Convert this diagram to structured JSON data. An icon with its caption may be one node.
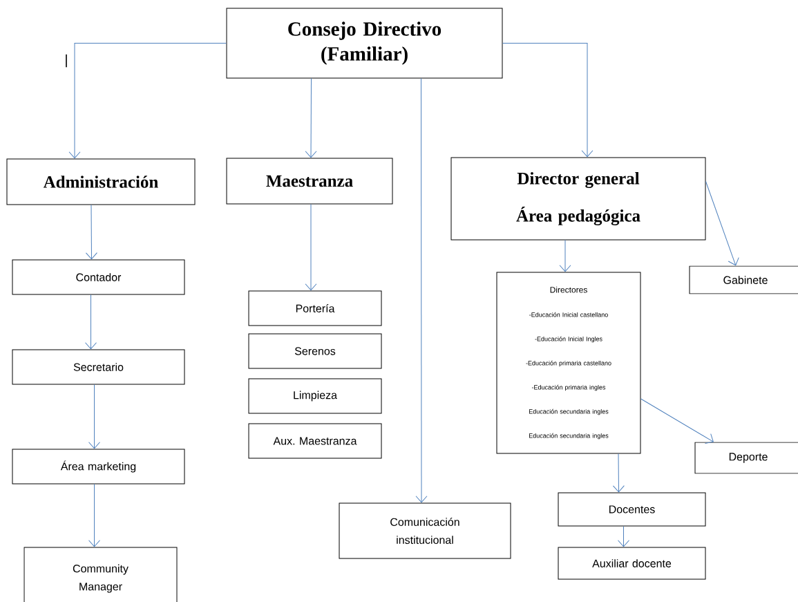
{
  "diagram": {
    "nodes": [
      {
        "text": [
          "Consejo Directivo (Familiar)"
        ]
      },
      {
        "text": [
          "Administración"
        ]
      },
      {
        "text": [
          "Maestranza"
        ]
      },
      {
        "text": [
          "Director general",
          "Área pedagógica"
        ]
      },
      {
        "text": [
          "Contador"
        ]
      },
      {
        "text": [
          "Secretario"
        ]
      },
      {
        "text": [
          "Área marketing"
        ]
      },
      {
        "text": [
          "Community Manager"
        ]
      },
      {
        "text": [
          "Portería"
        ]
      },
      {
        "text": [
          "Serenos"
        ]
      },
      {
        "text": [
          "Limpieza"
        ]
      },
      {
        "text": [
          "Aux. Maestranza"
        ]
      },
      {
        "text": [
          "Comunicación institucional"
        ]
      },
      {
        "text": [
          "Directores",
          "-Educación Inicial castellano",
          "-Educación Inicial Ingles",
          "-Educación primaria castellano",
          "-Educación primaria ingles",
          "Educación secundaria ingles",
          "Educación secundaria ingles"
        ]
      },
      {
        "text": [
          "Gabinete"
        ]
      },
      {
        "text": [
          "Deporte"
        ]
      },
      {
        "text": [
          "Docentes"
        ]
      },
      {
        "text": [
          "Auxiliar docente"
        ]
      }
    ],
    "edges": [
      {
        "from": 0,
        "to": 1,
        "arrow": "to"
      },
      {
        "from": 0,
        "to": 2,
        "arrow": "to"
      },
      {
        "from": 0,
        "to": 12,
        "arrow": "to"
      },
      {
        "from": 0,
        "to": 3,
        "arrow": "to"
      },
      {
        "from": 1,
        "to": 4,
        "arrow": "to"
      },
      {
        "from": 4,
        "to": 5,
        "arrow": "to"
      },
      {
        "from": 5,
        "to": 6,
        "arrow": "to"
      },
      {
        "from": 6,
        "to": 7,
        "arrow": "to"
      },
      {
        "from": 2,
        "to": 8,
        "arrow": "to"
      },
      {
        "from": 3,
        "to": 13,
        "arrow": "to"
      },
      {
        "from": 3,
        "to": 14,
        "arrow": "to"
      },
      {
        "from": 13,
        "to": 15,
        "arrow": "to"
      },
      {
        "from": 13,
        "to": 16,
        "arrow": "to"
      },
      {
        "from": 16,
        "to": 17,
        "arrow": "to"
      }
    ],
    "labels": [
      "|"
    ]
  }
}
